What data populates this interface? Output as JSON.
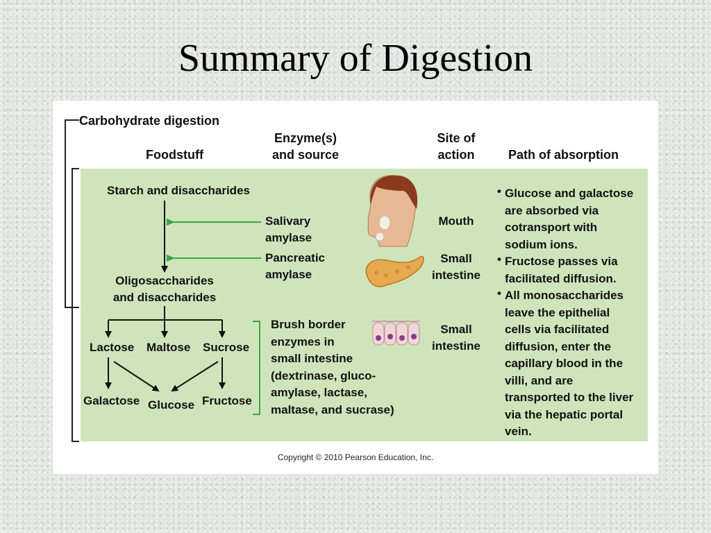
{
  "slide": {
    "title": "Summary of Digestion"
  },
  "figure": {
    "section_title": "Carbohydrate digestion",
    "headers": {
      "foodstuff": "Foodstuff",
      "enzymes_line1": "Enzyme(s)",
      "enzymes_line2": "and source",
      "site_line1": "Site of",
      "site_line2": "action",
      "path": "Path of absorption"
    },
    "foodstuff": {
      "starch": "Starch and disaccharides",
      "oligo_line1": "Oligosaccharides",
      "oligo_line2": "and disaccharides",
      "lactose": "Lactose",
      "maltose": "Maltose",
      "sucrose": "Sucrose",
      "galactose": "Galactose",
      "glucose": "Glucose",
      "fructose": "Fructose"
    },
    "enzymes": {
      "salivary_line1": "Salivary",
      "salivary_line2": "amylase",
      "pancreatic_line1": "Pancreatic",
      "pancreatic_line2": "amylase",
      "brush_lines": [
        "Brush border",
        "enzymes in",
        "small intestine",
        "(dextrinase, gluco-",
        "amylase, lactase,",
        "maltase, and sucrase)"
      ]
    },
    "sites": {
      "mouth": "Mouth",
      "small_line1": "Small",
      "small_line2": "intestine",
      "small2_line1": "Small",
      "small2_line2": "intestine"
    },
    "absorption": {
      "bullet": "•",
      "items": [
        [
          "Glucose and galactose",
          "are absorbed via",
          "cotransport with",
          "sodium ions."
        ],
        [
          "Fructose passes via",
          "facilitated diffusion."
        ],
        [
          "All monosaccharides",
          "leave the epithelial",
          "cells via facilitated",
          "diffusion, enter the",
          "capillary blood in the",
          "villi, and are",
          "transported to the liver",
          "via the hepatic portal",
          "vein."
        ]
      ]
    },
    "copyright": "Copyright © 2010 Pearson Education, Inc.",
    "colors": {
      "panel": "#cfe4bb",
      "arrow_green": "#3aa548",
      "bracket_green": "#3aa548"
    }
  }
}
